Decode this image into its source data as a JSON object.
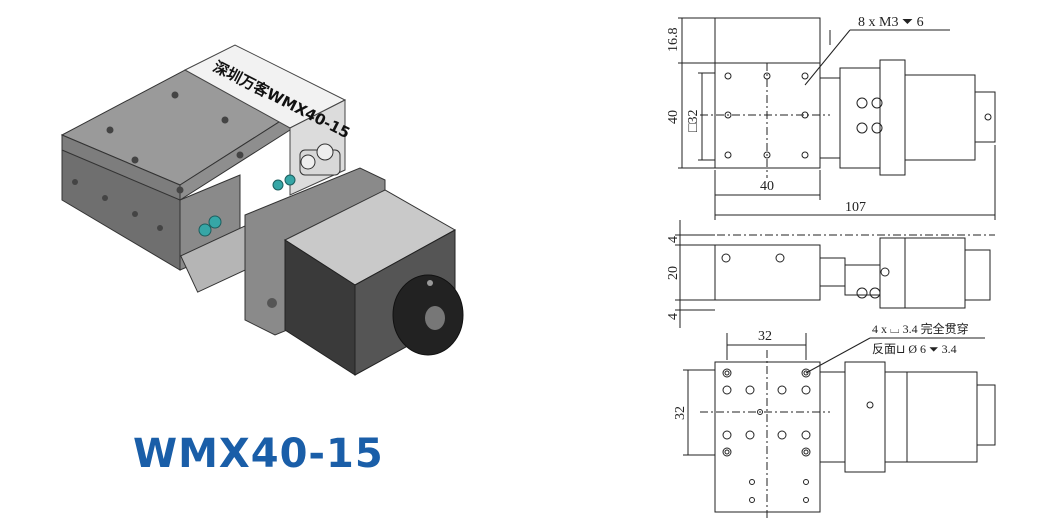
{
  "product": {
    "title": "WMX40-15",
    "top_label": "深圳万客WMX40-15"
  },
  "colors": {
    "title_blue": "#1a5ea8",
    "body_gray": "#8c8c8c",
    "motor_dark": "#3a3a3a",
    "accent_teal": "#36a6a6"
  },
  "drawing": {
    "top_view": {
      "dim_16_8": "16.8",
      "dim_40_height": "40",
      "dim_32_square": "□32",
      "dim_40_width": "40",
      "dim_107": "107",
      "note_screw": "8 x  M3 ⏷ 6"
    },
    "side_view": {
      "dim_4_top": "4",
      "dim_20": "20",
      "dim_4_bottom": "4"
    },
    "bottom_view": {
      "dim_32_width": "32",
      "dim_32_height": "32",
      "note_line1": "4 x  ⌴  3.4 完全贯穿",
      "note_line2": "反面⊔ Ø 6 ⏷ 3.4"
    }
  }
}
